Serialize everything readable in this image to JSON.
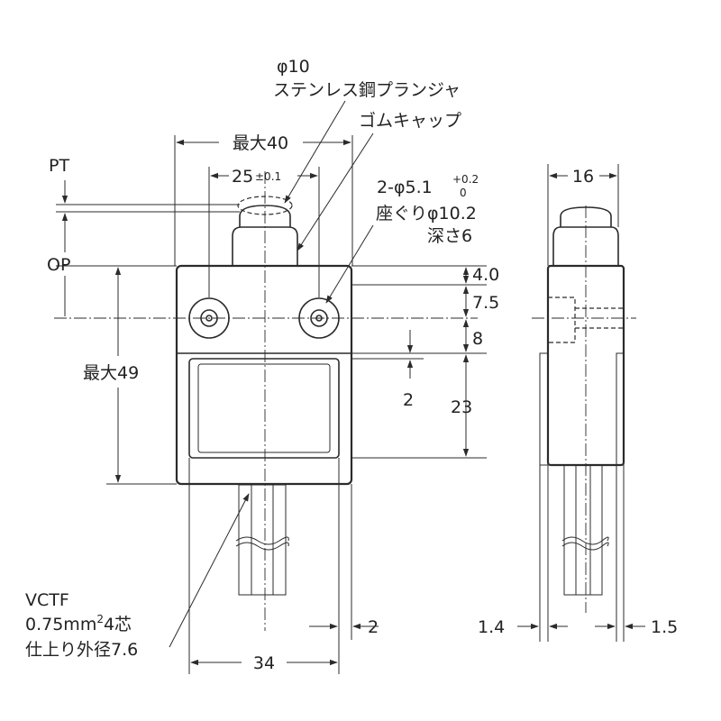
{
  "labels": {
    "plunger_dia": "φ10",
    "plunger_material": "ステンレス鋼プランジャ",
    "rubber_cap": "ゴムキャップ",
    "max_width": "最大40",
    "hole_pitch_main": "25",
    "hole_pitch_tol": "±0.1",
    "pt": "PT",
    "op": "OP",
    "hole_spec_main": "2-φ5.1",
    "hole_tol_upper": "+0.2",
    "hole_tol_lower": "0",
    "counterbore": "座ぐりφ10.2",
    "depth": "深さ6",
    "dim_4_0": "4.0",
    "dim_7_5": "7.5",
    "dim_8": "8",
    "dim_23": "23",
    "dim_2_gap": "2",
    "max_height": "最大49",
    "cable_1": "VCTF",
    "cable_2_pre": "0.75mm",
    "cable_2_sup": "2",
    "cable_2_post": "4芯",
    "cable_3": "仕上り外径7.6",
    "dim_34": "34",
    "dim_2_bottom": "2",
    "side_width": "16",
    "side_left": "1.4",
    "side_right": "1.5"
  }
}
